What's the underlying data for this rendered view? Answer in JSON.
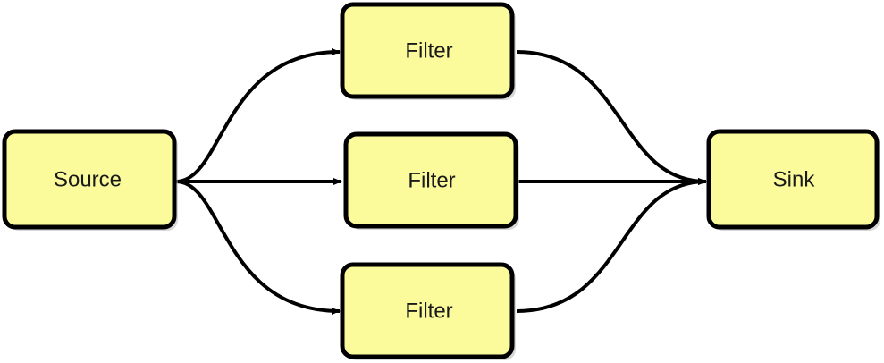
{
  "diagram": {
    "nodes": {
      "source": {
        "label": "Source"
      },
      "filter_top": {
        "label": "Filter"
      },
      "filter_middle": {
        "label": "Filter"
      },
      "filter_bottom": {
        "label": "Filter"
      },
      "sink": {
        "label": "Sink"
      }
    },
    "edges": [
      {
        "from": "Source",
        "to": "Filter (top)"
      },
      {
        "from": "Source",
        "to": "Filter (middle)"
      },
      {
        "from": "Source",
        "to": "Filter (bottom)"
      },
      {
        "from": "Filter (top)",
        "to": "Sink"
      },
      {
        "from": "Filter (middle)",
        "to": "Sink"
      },
      {
        "from": "Filter (bottom)",
        "to": "Sink"
      }
    ],
    "colors": {
      "node_fill": "#fbfb9c",
      "node_stroke": "#000000",
      "edge_stroke": "#000000",
      "background": "#ffffff"
    }
  }
}
